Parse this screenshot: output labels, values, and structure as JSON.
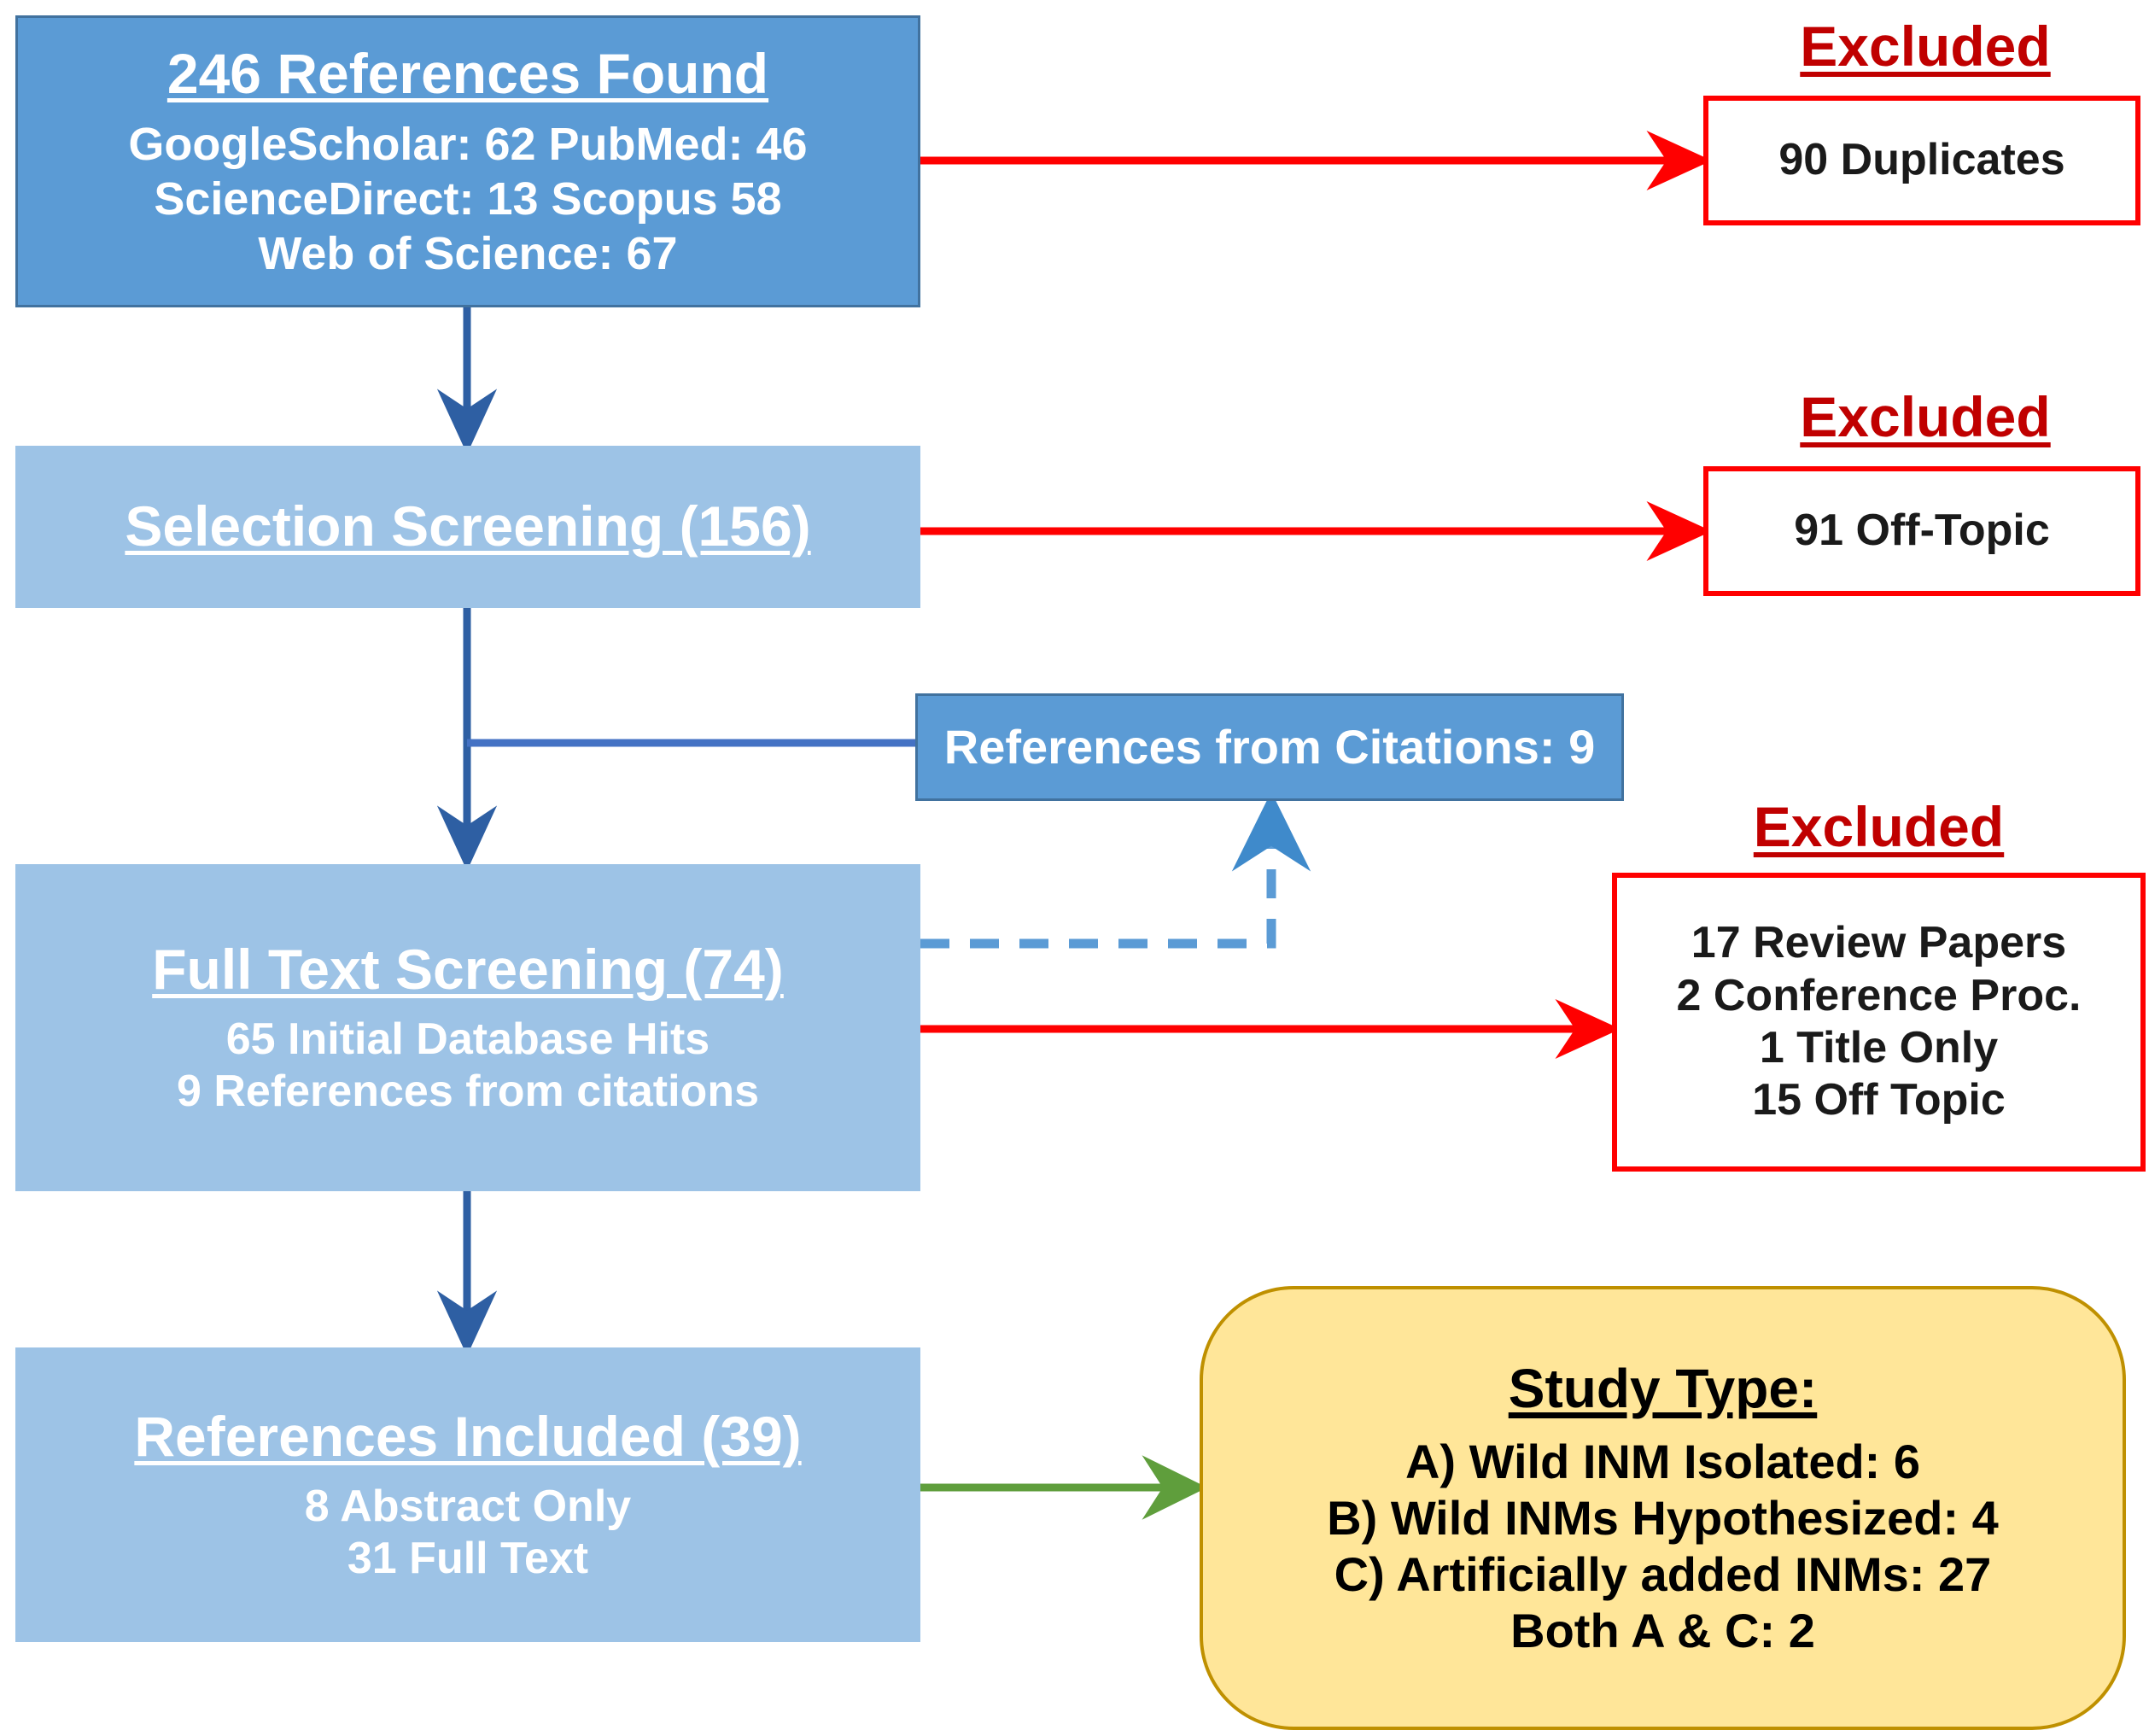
{
  "diagram": {
    "type": "prisma-flowchart",
    "colors": {
      "dark_blue": "#5B9BD5",
      "light_blue": "#9DC3E6",
      "arrow_blue": "#2E5FA3",
      "red_border": "#FF0000",
      "red_text": "#C00000",
      "green_arrow": "#70AD47",
      "yellow_fill": "#FFE699",
      "yellow_border": "#BF9000"
    }
  },
  "nodes": {
    "references_found": {
      "title": "246 References Found",
      "lines": [
        "GoogleScholar: 62   PubMed: 46",
        "ScienceDirect: 13    Scopus 58",
        "Web of Science: 67"
      ]
    },
    "selection_screening": {
      "title": "Selection Screening (156)",
      "lines": []
    },
    "references_from_citations": {
      "title": "References from Citations: 9"
    },
    "full_text_screening": {
      "title": "Full Text Screening (74)",
      "lines": [
        "65 Initial Database Hits",
        "9 References from citations"
      ]
    },
    "references_included": {
      "title": "References Included (39)",
      "lines": [
        "8 Abstract Only",
        "31 Full Text"
      ]
    },
    "study_type": {
      "title": "Study Type:",
      "lines": [
        "A) Wild INM Isolated: 6",
        "B) Wild INMs Hypothesized: 4",
        "C) Artificially added INMs: 27",
        "Both A & C: 2"
      ]
    }
  },
  "excluded": {
    "label": "Excluded",
    "duplicates": {
      "lines": [
        "90 Duplicates"
      ]
    },
    "off_topic": {
      "lines": [
        "91 Off-Topic"
      ]
    },
    "full_text_reasons": {
      "lines": [
        "17 Review Papers",
        "2 Conference Proc.",
        "1 Title Only",
        "15 Off Topic"
      ]
    }
  },
  "chart_data": {
    "type": "table",
    "title": "PRISMA Literature Screening Flow",
    "stages": [
      {
        "stage": "References Found",
        "count": 246,
        "breakdown": [
          {
            "source": "GoogleScholar",
            "count": 62
          },
          {
            "source": "PubMed",
            "count": 46
          },
          {
            "source": "ScienceDirect",
            "count": 13
          },
          {
            "source": "Scopus",
            "count": 58
          },
          {
            "source": "Web of Science",
            "count": 67
          }
        ]
      },
      {
        "stage": "Selection Screening",
        "count": 156,
        "breakdown": []
      },
      {
        "stage": "References from Citations",
        "count": 9,
        "breakdown": []
      },
      {
        "stage": "Full Text Screening",
        "count": 74,
        "breakdown": [
          {
            "source": "Initial Database Hits",
            "count": 65
          },
          {
            "source": "References from citations",
            "count": 9
          }
        ]
      },
      {
        "stage": "References Included",
        "count": 39,
        "breakdown": [
          {
            "source": "Abstract Only",
            "count": 8
          },
          {
            "source": "Full Text",
            "count": 31
          }
        ]
      }
    ],
    "exclusions": [
      {
        "after_stage": "References Found",
        "reasons": [
          {
            "reason": "Duplicates",
            "count": 90
          }
        ]
      },
      {
        "after_stage": "Selection Screening",
        "reasons": [
          {
            "reason": "Off-Topic",
            "count": 91
          }
        ]
      },
      {
        "after_stage": "Full Text Screening",
        "reasons": [
          {
            "reason": "Review Papers",
            "count": 17
          },
          {
            "reason": "Conference Proc.",
            "count": 2
          },
          {
            "reason": "Title Only",
            "count": 1
          },
          {
            "reason": "Off Topic",
            "count": 15
          }
        ]
      }
    ],
    "study_types": [
      {
        "label": "A) Wild INM Isolated",
        "count": 6
      },
      {
        "label": "B) Wild INMs Hypothesized",
        "count": 4
      },
      {
        "label": "C) Artificially added INMs",
        "count": 27
      },
      {
        "label": "Both A & C",
        "count": 2
      }
    ]
  }
}
